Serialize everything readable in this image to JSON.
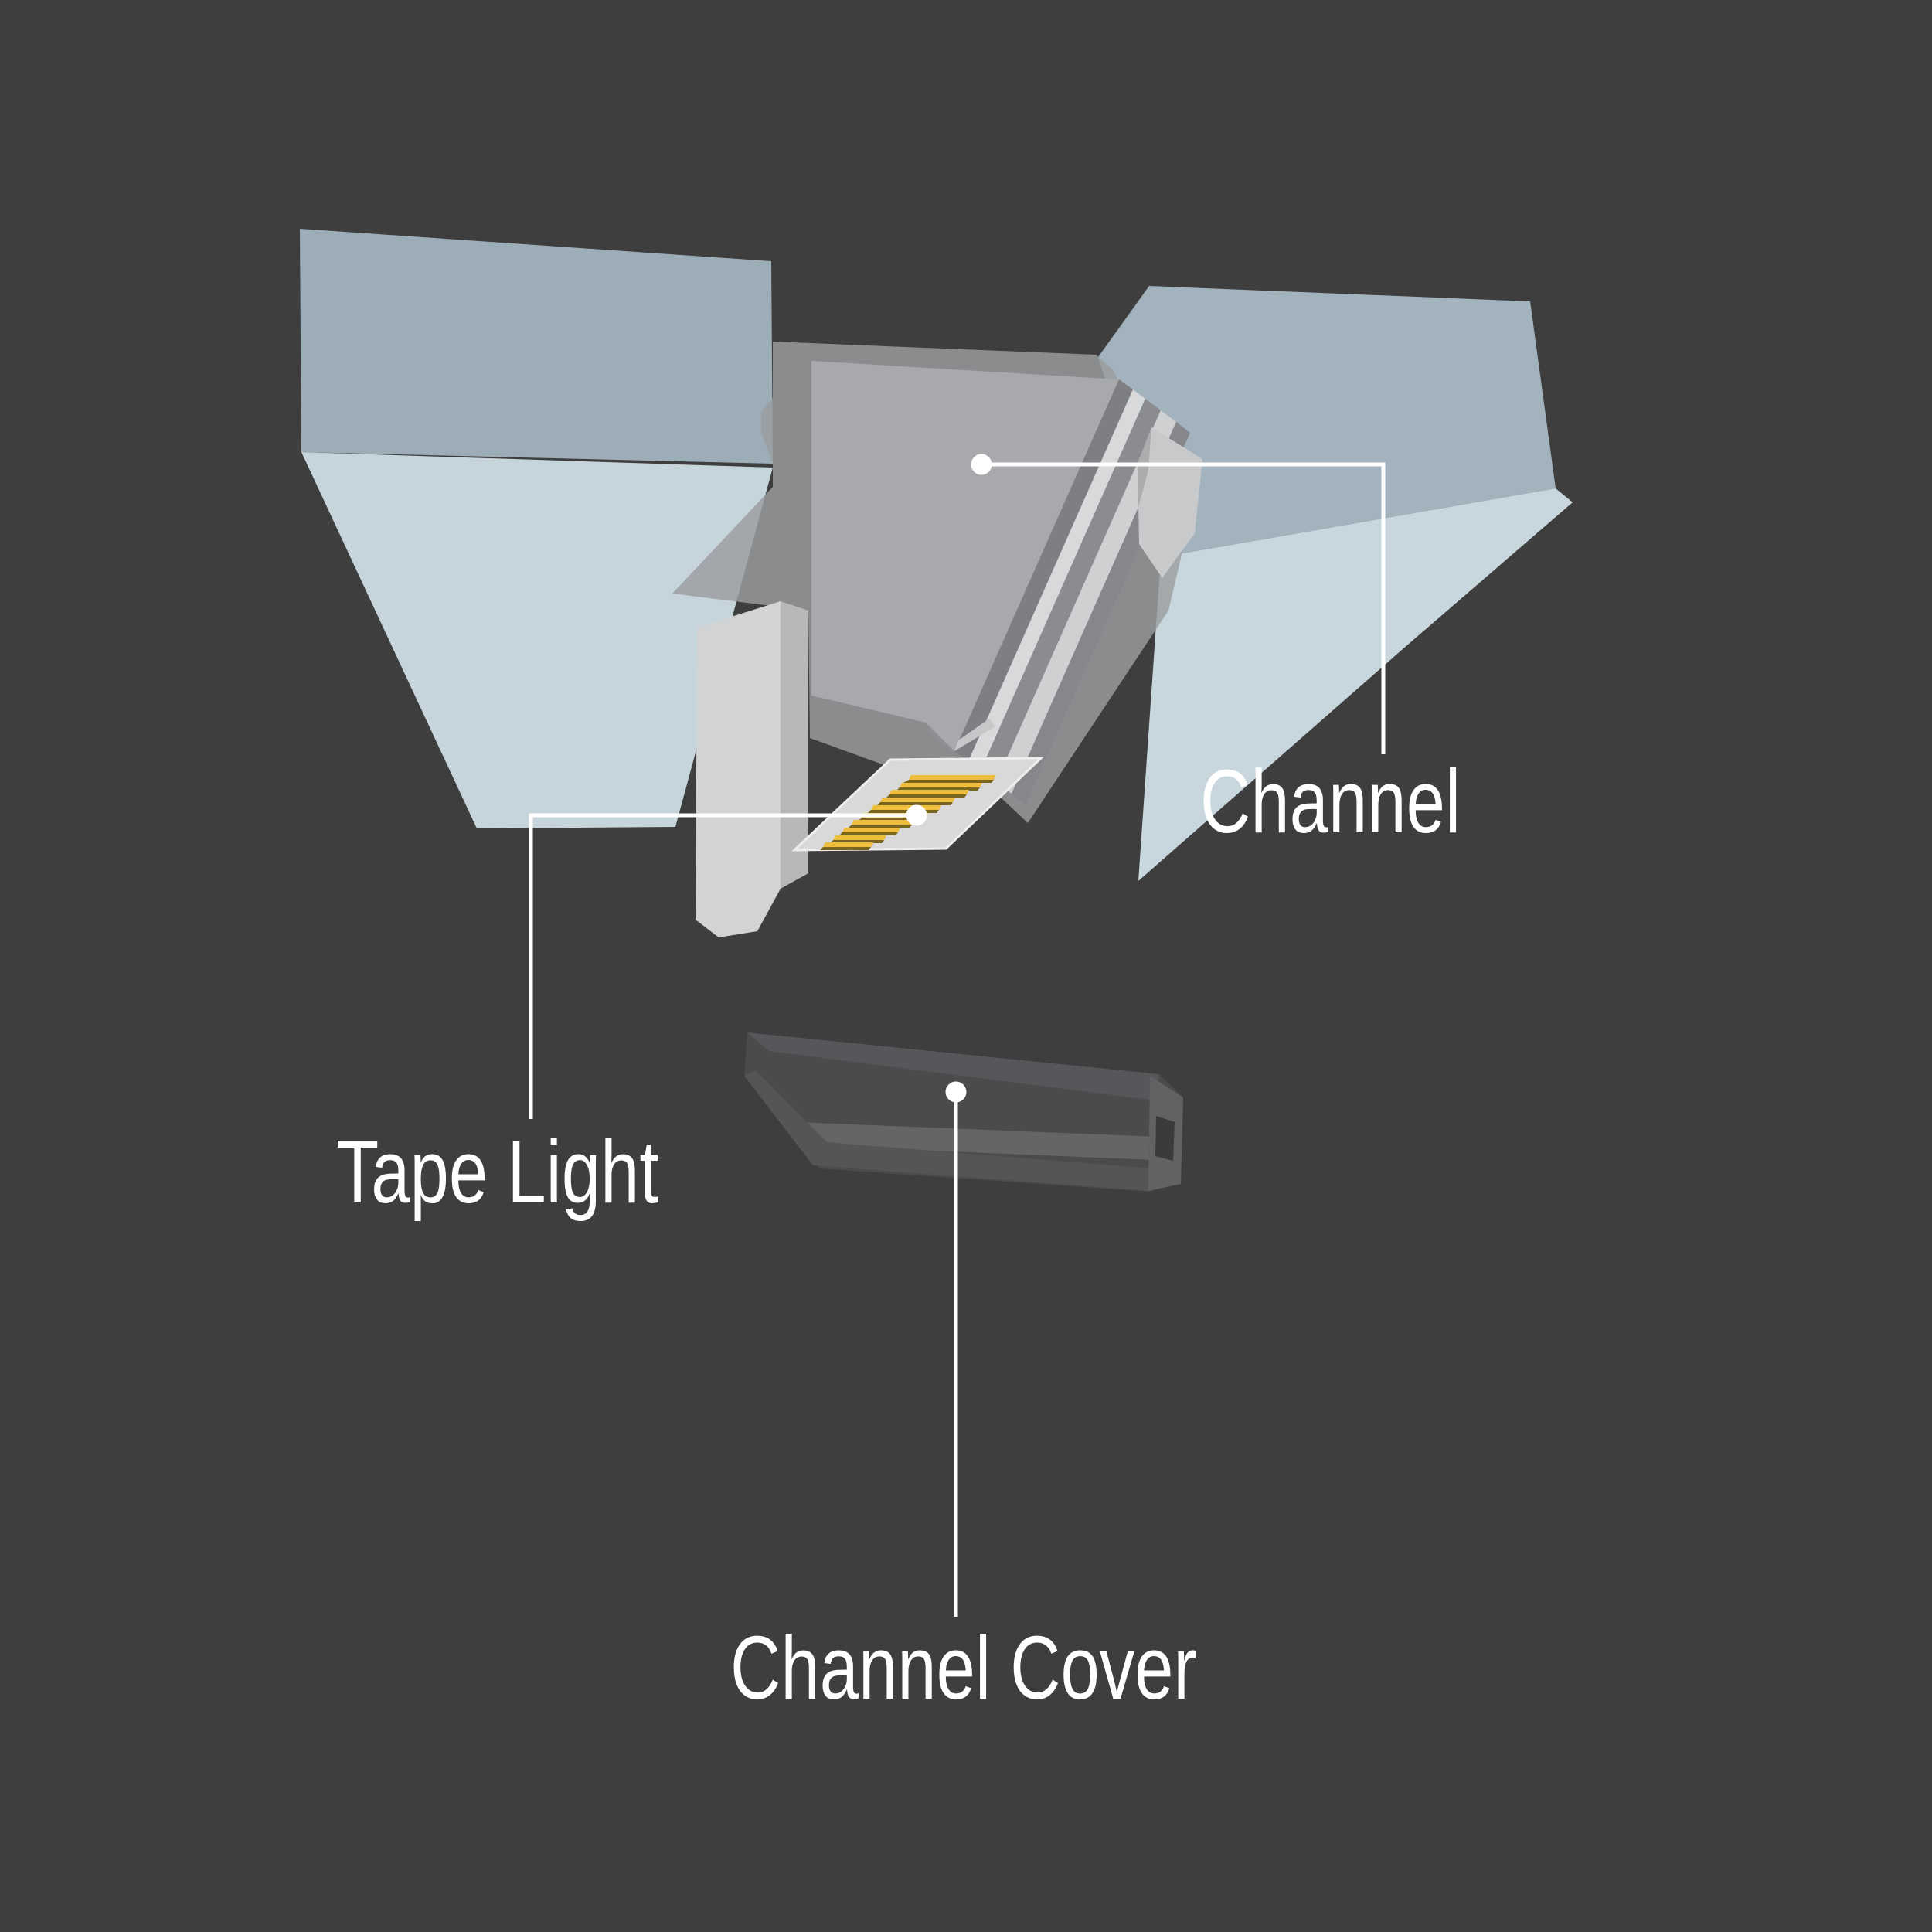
{
  "diagram": {
    "type": "exploded-view-illustration",
    "subject": "Recessed LED tape light aluminum channel installed in a ceiling groove",
    "parts": [
      {
        "id": "channel",
        "label": "Channel"
      },
      {
        "id": "tape_light",
        "label": "Tape Light"
      },
      {
        "id": "channel_cover",
        "label": "Channel Cover"
      }
    ],
    "labels": {
      "channel": "Channel",
      "tape_light": "Tape Light",
      "channel_cover": "Channel Cover"
    }
  },
  "colors": {
    "background": "#3e3e3e",
    "label_text": "#ffffff",
    "leader_line": "#ffffff",
    "drywall_top_left": "#9dadb8",
    "drywall_front_left": "#c6d4dc",
    "drywall_top_right": "#a3b3be",
    "drywall_front_right": "#c8d6dd",
    "ghost_channel": "#9b9da0",
    "channel_web": "#a7a9ac",
    "channel_fin": "#d2d3d5",
    "tape_plate": "#d8d9d8",
    "led_gold": "#eebd3e",
    "led_gold_dark": "#7a651e",
    "cover_body": "#4a4b4b"
  }
}
